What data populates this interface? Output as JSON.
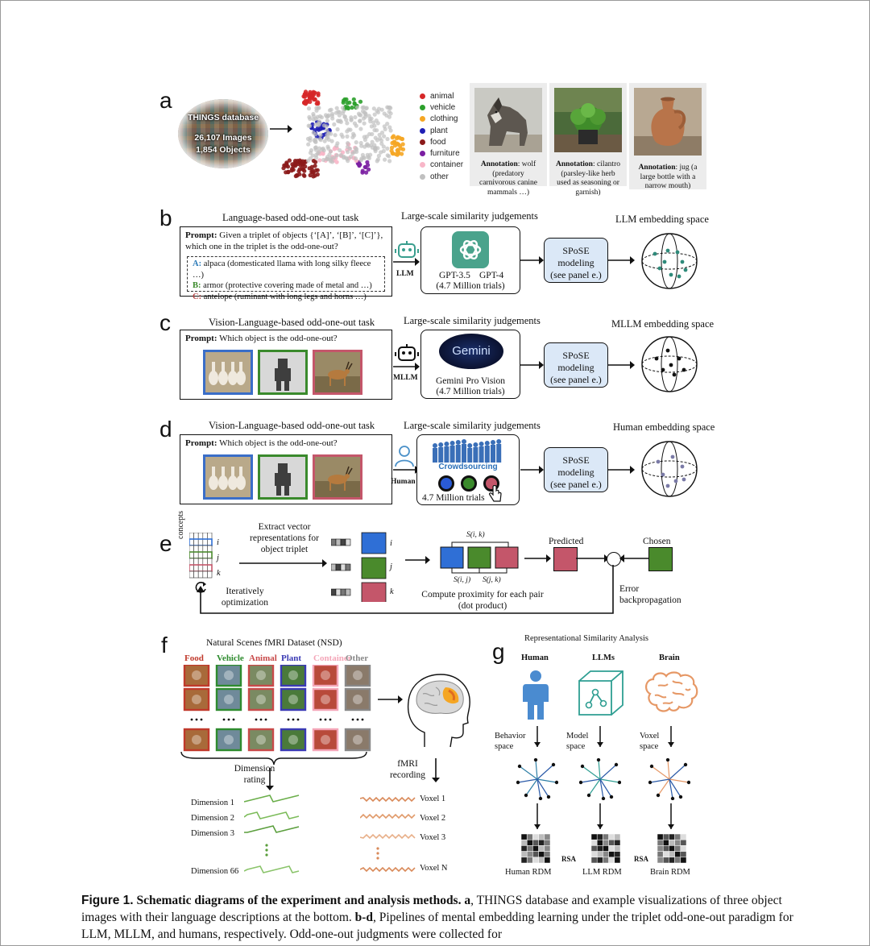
{
  "panel_labels": [
    "a",
    "b",
    "c",
    "d",
    "e",
    "f",
    "g"
  ],
  "panel_a": {
    "db_title": "THINGS database",
    "db_images": "26,107 Images",
    "db_objects": "1,854 Objects",
    "legend": [
      {
        "label": "animal",
        "color": "#d62728"
      },
      {
        "label": "vehicle",
        "color": "#2ca02c"
      },
      {
        "label": "clothing",
        "color": "#f5a623"
      },
      {
        "label": "plant",
        "color": "#1f1fb4"
      },
      {
        "label": "food",
        "color": "#8b1a1a"
      },
      {
        "label": "furniture",
        "color": "#7b1fa2"
      },
      {
        "label": "container",
        "color": "#f8b6c8"
      },
      {
        "label": "other",
        "color": "#c0c0c0"
      }
    ],
    "annotations": [
      {
        "bold": "Annotation",
        "text": ": wolf (predatory carnivorous canine mammals …)"
      },
      {
        "bold": "Annotation",
        "text": ": cilantro (parsley-like herb used as seasoning or garnish)"
      },
      {
        "bold": "Annotation",
        "text": ": jug (a large bottle with a narrow mouth)"
      }
    ]
  },
  "panel_b": {
    "task_title": "Language-based odd-one-out task",
    "prompt_bold": "Prompt:",
    "prompt_text": " Given a triplet of objects {‘[A]’, ‘[B]’, ‘[C]’}, which one in the triplet is the odd-one-out?",
    "options": [
      {
        "key": "A:",
        "text": " alpaca (domesticated llama with long silky fleece …)",
        "color": "#2a7ab8"
      },
      {
        "key": "B:",
        "text": " armor (protective covering made of metal and …)",
        "color": "#3a8a2a"
      },
      {
        "key": "C:",
        "text": " antelope (ruminant with long legs and horns …)",
        "color": "#b04040"
      }
    ],
    "agent": "LLM",
    "judge_title": "Large-scale similarity judgements",
    "model_a": "GPT-3.5",
    "model_b": "GPT-4",
    "trials": "(4.7 Million trials)",
    "spose": [
      "SPoSE",
      "modeling",
      "(see panel e.)"
    ],
    "space_title": "LLM embedding space"
  },
  "panel_c": {
    "task_title": "Vision-Language-based odd-one-out task",
    "prompt_bold": "Prompt:",
    "prompt_text": " Which object is the odd-one-out?",
    "agent": "MLLM",
    "judge_title": "Large-scale similarity judgements",
    "logo": "Gemini",
    "model": "Gemini  Pro Vision",
    "trials": "(4.7 Million trials)",
    "spose": [
      "SPoSE",
      "modeling",
      "(see panel e.)"
    ],
    "space_title": "MLLM embedding space"
  },
  "panel_d": {
    "task_title": "Vision-Language-based odd-one-out task",
    "prompt_bold": "Prompt:",
    "prompt_text": " Which object is the odd-one-out?",
    "agent": "Human",
    "judge_title": "Large-scale similarity judgements",
    "crowd": "Crowdsourcing",
    "trials": "4.7 Million trials",
    "spose": [
      "SPoSE",
      "modeling",
      "(see panel e.)"
    ],
    "space_title": "Human embedding space"
  },
  "panel_e": {
    "axis_label": "concepts",
    "extract": [
      "Extract vector",
      "representations for",
      "object triplet"
    ],
    "iter": [
      "Iteratively",
      "optimization"
    ],
    "s_ik": "S(i, k)",
    "s_ij": "S(i, j)",
    "s_jk": "S(j, k)",
    "compute": [
      "Compute proximity for each pair",
      "(dot product)"
    ],
    "predicted": "Predicted",
    "chosen": "Chosen",
    "error": [
      "Error",
      "backpropagation"
    ],
    "labels": [
      "i",
      "j",
      "k"
    ],
    "colors": {
      "i": "#2f6fd6",
      "j": "#4a8a2c",
      "k": "#c4566a"
    }
  },
  "panel_f": {
    "title": "Natural Scenes fMRI Dataset (NSD)",
    "categories": [
      {
        "label": "Food",
        "color": "#c0392b"
      },
      {
        "label": "Vehicle",
        "color": "#2e8b2e"
      },
      {
        "label": "Animal",
        "color": "#c84a4a"
      },
      {
        "label": "Plant",
        "color": "#3a3ab4"
      },
      {
        "label": "Container",
        "color": "#f4a6b8"
      },
      {
        "label": "Other",
        "color": "#888888"
      }
    ],
    "dim_rating": [
      "Dimension",
      "rating"
    ],
    "fmri": [
      "fMRI",
      "recording"
    ],
    "dims": [
      "Dimension 1",
      "Dimension 2",
      "Dimension 3",
      "Dimension 66"
    ],
    "voxels": [
      "Voxel 1",
      "Voxel 2",
      "Voxel 3",
      "Voxel N"
    ]
  },
  "panel_g": {
    "title": "Representational Similarity Analysis",
    "cols": [
      "Human",
      "LLMs",
      "Brain"
    ],
    "spaces": [
      [
        "Behavior",
        "space"
      ],
      [
        "Model",
        "space"
      ],
      [
        "Voxel",
        "space"
      ]
    ],
    "rdms": [
      "Human RDM",
      "LLM RDM",
      "Brain RDM"
    ],
    "rsa": "RSA"
  },
  "caption": {
    "fig": "Figure 1.",
    "bold_title": " Schematic diagrams of the experiment and analysis methods.",
    "a_key": " a",
    "a_text": ", THINGS database and example visualizations of three object images with their language descriptions at the bottom.",
    "bd_key": " b-d",
    "bd_text": ", Pipelines of mental embedding learning under the triplet odd-one-out paradigm for LLM, MLLM, and humans, respectively. Odd-one-out judgments were collected for"
  }
}
